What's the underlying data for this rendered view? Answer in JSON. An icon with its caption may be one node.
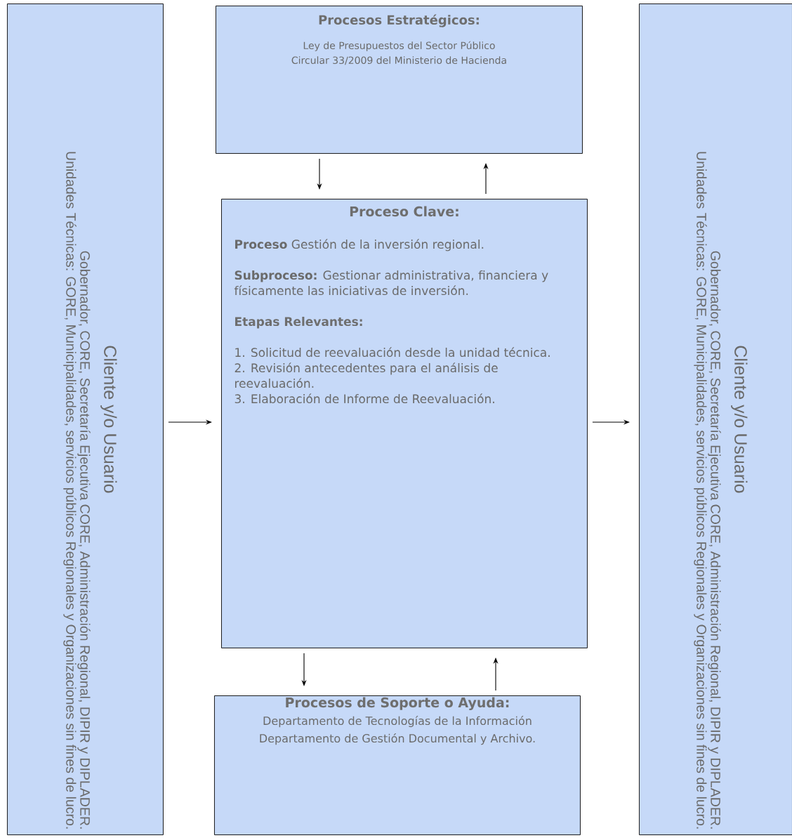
{
  "diagram": {
    "nodes": [
      {
        "text": [
          "Cliente y/o Usuario",
          "Gobernador, CORE, Secretaría Ejecutiva CORE, Administración Regional, DIPIR y DIPLADER.",
          "Unidades Técnicas: GORE, Municipalidades, servicios públicos Regionales y Organizaciones sin fines de lucro."
        ]
      },
      {
        "text": [
          "Procesos Estratégicos:",
          "Ley de Presupuestos del Sector Público",
          "Circular 33/2009 del Ministerio de Hacienda"
        ]
      },
      {
        "text": [
          "Proceso Clave:",
          "**Proceso** Gestión de la inversión regional.",
          "**Subproceso:** Gestionar administrativa, financiera y físicamente las iniciativas de inversión.",
          "Etapas Relevantes:",
          "1. Solicitud de reevaluación desde la unidad técnica.",
          "2. Revisión antecedentes para el análisis de reevaluación.",
          "3. Elaboración de Informe de Reevaluación."
        ]
      },
      {
        "text": [
          "Procesos de Soporte o Ayuda:",
          "Departamento de Tecnologías de la Información",
          "Departamento de Gestión Documental y Archivo."
        ]
      },
      {
        "text": [
          "Cliente y/o Usuario",
          "Gobernador, CORE, Secretaría Ejecutiva CORE, Administración Regional, DIPIR y DIPLADER.",
          "Unidades Técnicas: GORE, Municipalidades, servicios públicos Regionales y Organizaciones sin fines de lucro."
        ]
      }
    ],
    "edges": [
      {
        "from": 0,
        "to": 2,
        "arrow": "to"
      },
      {
        "from": 2,
        "to": 4,
        "arrow": "to"
      },
      {
        "from": 1,
        "to": 2,
        "arrow": "to"
      },
      {
        "from": 2,
        "to": 1,
        "arrow": "to"
      },
      {
        "from": 2,
        "to": 3,
        "arrow": "to"
      },
      {
        "from": 3,
        "to": 2,
        "arrow": "to"
      }
    ]
  }
}
